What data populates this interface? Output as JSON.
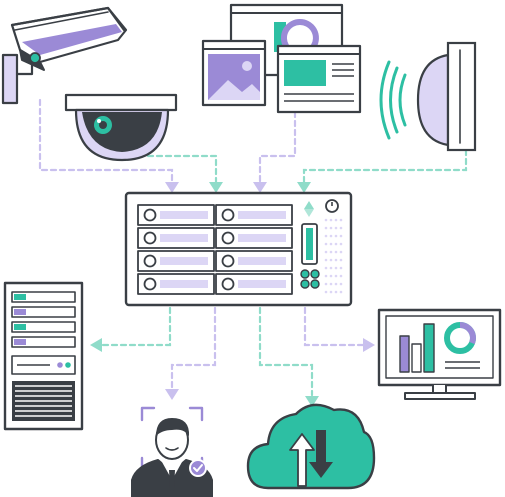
{
  "colors": {
    "outline": "#3a3f45",
    "teal": "#2dbfa3",
    "teal_light": "#8fdcc9",
    "purple": "#9b8ad6",
    "purple_light": "#c9c0ee",
    "lavender": "#dcd6f5",
    "white": "#ffffff",
    "dark": "#3a3f45"
  },
  "nodes": [
    {
      "id": "cctv-camera",
      "icon": "cctv-camera-icon"
    },
    {
      "id": "dome-camera",
      "icon": "dome-camera-icon"
    },
    {
      "id": "web-dashboards",
      "icon": "browser-windows-icon"
    },
    {
      "id": "wireless-sensor",
      "icon": "wifi-sensor-icon"
    },
    {
      "id": "nas-server",
      "icon": "nas-server-icon"
    },
    {
      "id": "server-rack",
      "icon": "server-rack-icon"
    },
    {
      "id": "face-recognition",
      "icon": "face-recognition-icon"
    },
    {
      "id": "cloud-sync",
      "icon": "cloud-upload-download-icon"
    },
    {
      "id": "analytics-monitor",
      "icon": "monitor-chart-icon"
    }
  ],
  "connections": [
    {
      "from": "cctv-camera",
      "to": "nas-server",
      "color": "purple"
    },
    {
      "from": "dome-camera",
      "to": "nas-server",
      "color": "teal"
    },
    {
      "from": "web-dashboards",
      "to": "nas-server",
      "color": "purple"
    },
    {
      "from": "wireless-sensor",
      "to": "nas-server",
      "color": "teal"
    },
    {
      "from": "nas-server",
      "to": "server-rack",
      "color": "teal"
    },
    {
      "from": "nas-server",
      "to": "face-recognition",
      "color": "purple"
    },
    {
      "from": "nas-server",
      "to": "cloud-sync",
      "color": "teal"
    },
    {
      "from": "nas-server",
      "to": "analytics-monitor",
      "color": "purple"
    }
  ]
}
